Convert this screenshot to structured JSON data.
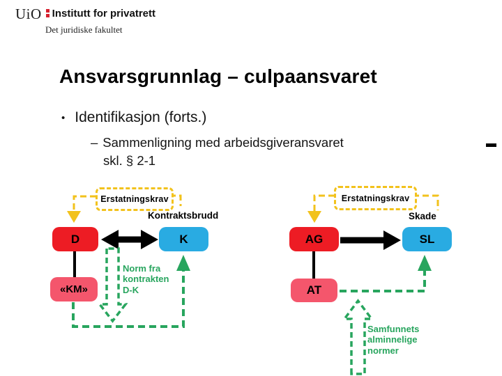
{
  "header": {
    "logo_uio": "UiO",
    "logo_institute": "Institutt for privatrett",
    "logo_faculty": "Det juridiske fakultet"
  },
  "slide": {
    "title": "Ansvarsgrunnlag – culpaansvaret",
    "bullet_marker": "•",
    "bullet": "Identifikasjon (forts.)",
    "sub_bullet_marker": "–",
    "sub_bullet_line1": "Sammenligning med arbeidsgiveransvaret",
    "sub_bullet_line2": "skl. § 2-1"
  },
  "diagram": {
    "claim_label_left": "Erstatningskrav",
    "claim_label_right": "Erstatningskrav",
    "kontraktsbrudd_label": "Kontraktsbrudd",
    "skade_label": "Skade",
    "nodes": {
      "d": "D",
      "k": "K",
      "ag": "AG",
      "sl": "SL",
      "km": "«KM»",
      "at": "AT"
    },
    "norm_label": "Norm fra kontrakten D-K",
    "samfunnet_label": "Samfunnets alminnelige normer"
  },
  "colors": {
    "red": "#ed1c24",
    "pink": "#f4566c",
    "blue": "#29abe2",
    "yellow": "#f2c21c",
    "green": "#28a55e",
    "logo_red": "#d6202e"
  }
}
